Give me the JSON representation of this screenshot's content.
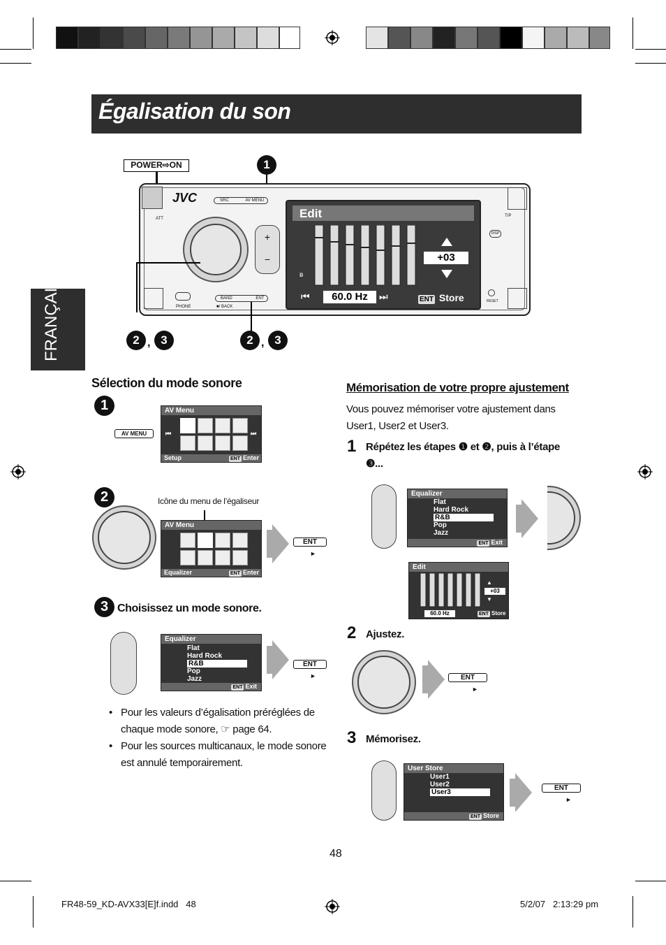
{
  "page": {
    "title": "Égalisation du son",
    "side_tab": "FRANÇAIS",
    "page_number": "48",
    "footer_file": "FR48-59_KD-AVX33[E]f.indd   48",
    "footer_date": "5/2/07   2:13:29 pm"
  },
  "device": {
    "power_label": "POWER⇨ON",
    "brand": "JVC",
    "src_label": "SRC",
    "av_menu_label": "AV MENU",
    "band_label": "BAND",
    "ent_label": "ENT",
    "back_label": "■/ BACK",
    "phone_label": "PHONE",
    "att_label": "ATT",
    "tp_label": "T/P",
    "disp_label": "DISP",
    "reset_label": "RESET",
    "screen_title": "Edit",
    "value": "+03",
    "freq": "60.0 Hz",
    "store": "Store",
    "ent": "ENT",
    "callout_1": "1",
    "callout_2": "2",
    "callout_3": "3"
  },
  "left": {
    "heading": "Sélection du mode sonore",
    "step1_num": "1",
    "step2_num": "2",
    "step3_num": "3",
    "av_menu_btn": "AV MENU",
    "av_menu_title": "AV Menu",
    "setup_label": "Setup",
    "enter_label": "Enter",
    "equalizer_label": "Equalizer",
    "eq_icon_caption": "Icône du menu de l’égaliseur",
    "ent_btn": "ENT",
    "step3_text": "Choisissez un mode sonore.",
    "eq_list_title": "Equalizer",
    "eq_items": [
      "Flat",
      "Hard Rock",
      "R&B",
      "Pop",
      "Jazz"
    ],
    "exit_label": "Exit",
    "bullets": [
      "Pour les valeurs d’égalisation préréglées de chaque mode sonore, ☞ page 64.",
      "Pour les sources multicanaux, le mode sonore est annulé temporairement."
    ]
  },
  "right": {
    "heading": "Mémorisation de votre propre ajustement",
    "intro": "Vous pouvez mémoriser votre ajustement dans User1, User2 et User3.",
    "step1_num": "1",
    "step1_text": "Répétez les étapes ❶ et ❷, puis à l’étape ❸...",
    "eq_list_title": "Equalizer",
    "eq_items": [
      "Flat",
      "Hard Rock",
      "R&B",
      "Pop",
      "Jazz"
    ],
    "exit_label": "Exit",
    "edit_title": "Edit",
    "edit_value": "+03",
    "edit_freq": "60.0 Hz",
    "store_label": "Store",
    "step2_num": "2",
    "step2_text": "Ajustez.",
    "step3_num": "3",
    "step3_text": "Mémorisez.",
    "user_store_title": "User Store",
    "user_items": [
      "User1",
      "User2",
      "User3"
    ],
    "ent_btn": "ENT"
  }
}
